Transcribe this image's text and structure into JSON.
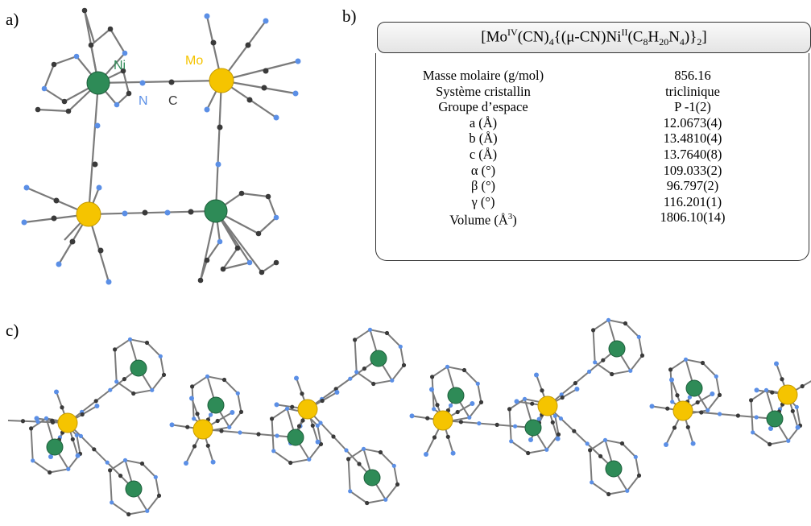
{
  "panels": {
    "a": "a)",
    "b": "b)",
    "c": "c)"
  },
  "structure_a": {
    "labels": {
      "ni": "Ni",
      "mo": "Mo",
      "n": "N",
      "c": "C"
    },
    "colors": {
      "ni": "#2e8b57",
      "mo": "#f5c400",
      "n": "#5b8fe6",
      "c": "#3a3a3a",
      "bond": "#7a7a7a"
    }
  },
  "formula": {
    "prefix": "[Mo",
    "ox_mo": "IV",
    "cn4": "(CN)",
    "sub4": "4",
    "bridge": "{(μ-CN)Ni",
    "ox_ni": "II",
    "ligand_open": "(C",
    "sub_c": "8",
    "h": "H",
    "sub_h": "20",
    "n": "N",
    "sub_n": "4",
    "close": ")}",
    "sub_2": "2",
    "end": "]"
  },
  "properties": [
    {
      "name": "Masse molaire (g/mol)",
      "value": "856.16"
    },
    {
      "name": "Système cristallin",
      "value": "triclinique"
    },
    {
      "name": "Groupe d’espace",
      "value": "P -1(2)"
    },
    {
      "name": "a (Å)",
      "value": "12.0673(4)"
    },
    {
      "name": "b (Å)",
      "value": "13.4810(4)"
    },
    {
      "name": "c (Å)",
      "value": "13.7640(8)"
    },
    {
      "name": "α (°)",
      "value": "109.033(2)"
    },
    {
      "name": "β  (°)",
      "value": "96.797(2)"
    },
    {
      "name": "γ  (°)",
      "value": "116.201(1)"
    }
  ],
  "volume": {
    "name": "Volume (Å",
    "sup": "3",
    "close": ")",
    "value": "1806.10(14)"
  }
}
